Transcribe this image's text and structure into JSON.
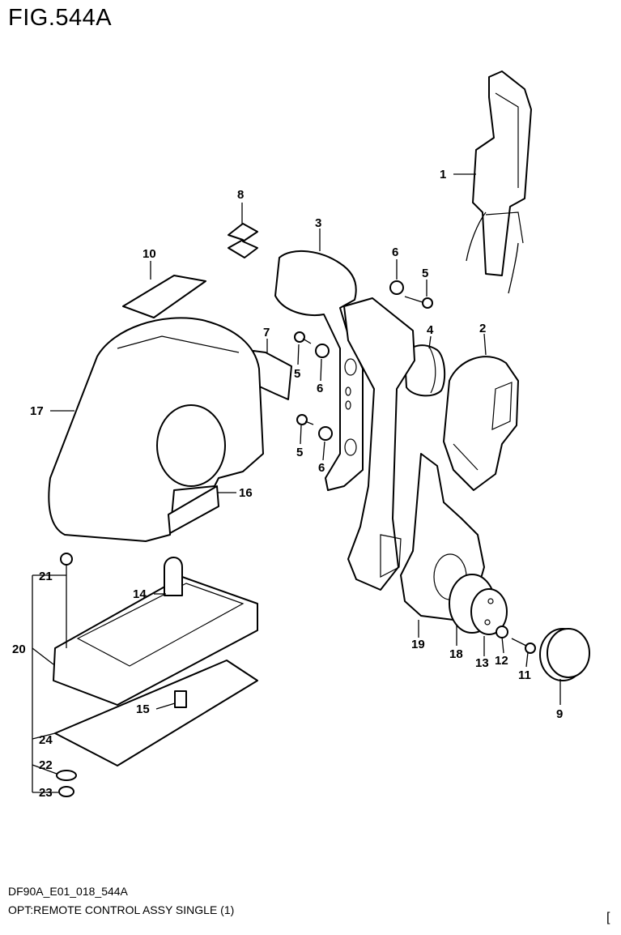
{
  "figure": {
    "title": "FIG.544A"
  },
  "footer": {
    "code": "DF90A_E01_018_544A",
    "description": "OPT:REMOTE CONTROL ASSY SINGLE (1)",
    "corner_mark": "["
  },
  "callouts": [
    {
      "id": "1",
      "label": "1"
    },
    {
      "id": "2",
      "label": "2"
    },
    {
      "id": "3",
      "label": "3"
    },
    {
      "id": "4",
      "label": "4"
    },
    {
      "id": "5a",
      "label": "5"
    },
    {
      "id": "5b",
      "label": "5"
    },
    {
      "id": "5c",
      "label": "5"
    },
    {
      "id": "6a",
      "label": "6"
    },
    {
      "id": "6b",
      "label": "6"
    },
    {
      "id": "6c",
      "label": "6"
    },
    {
      "id": "7",
      "label": "7"
    },
    {
      "id": "8",
      "label": "8"
    },
    {
      "id": "9",
      "label": "9"
    },
    {
      "id": "10",
      "label": "10"
    },
    {
      "id": "11",
      "label": "11"
    },
    {
      "id": "12",
      "label": "12"
    },
    {
      "id": "13",
      "label": "13"
    },
    {
      "id": "14",
      "label": "14"
    },
    {
      "id": "15",
      "label": "15"
    },
    {
      "id": "16",
      "label": "16"
    },
    {
      "id": "17",
      "label": "17"
    },
    {
      "id": "18",
      "label": "18"
    },
    {
      "id": "19",
      "label": "19"
    },
    {
      "id": "20",
      "label": "20"
    },
    {
      "id": "21",
      "label": "21"
    },
    {
      "id": "22",
      "label": "22"
    },
    {
      "id": "23",
      "label": "23"
    },
    {
      "id": "24",
      "label": "24"
    }
  ]
}
